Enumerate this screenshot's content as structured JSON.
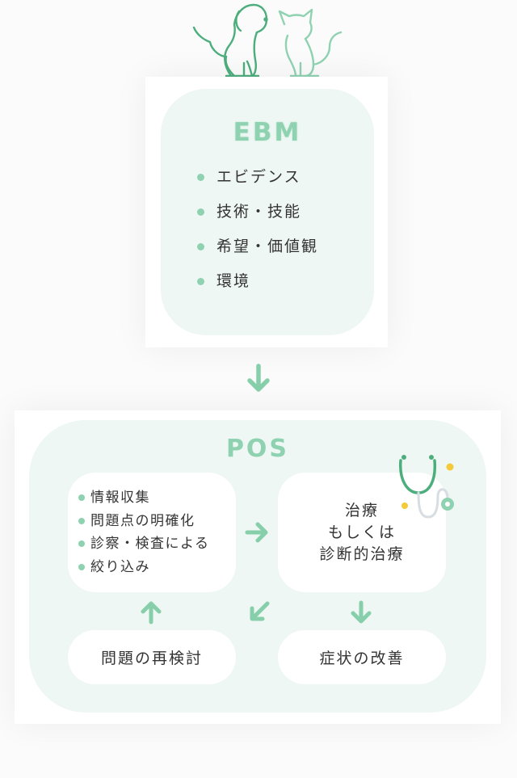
{
  "ebm": {
    "title": "EBM",
    "items": [
      "エビデンス",
      "技術・技能",
      "希望・価値観",
      "環境"
    ]
  },
  "pos": {
    "title": "POS",
    "info_items": [
      "情報収集",
      "問題点の明確化",
      "診察・検査による",
      "絞り込み"
    ],
    "treatment_lines": [
      "治療",
      "もしくは",
      "診断的治療"
    ],
    "review": "問題の再検討",
    "improvement": "症状の改善"
  },
  "colors": {
    "accent": "#8fd2b1",
    "arrow": "#86cfaa",
    "mint_bg": "#eef7f3",
    "pet_line": "#4dae7d",
    "stethoscope_dot": "#f4c93a"
  },
  "icons": [
    "dog-icon",
    "cat-icon",
    "stethoscope-icon",
    "arrow-down-icon",
    "arrow-right-icon",
    "arrow-up-icon",
    "arrow-down-left-icon"
  ]
}
